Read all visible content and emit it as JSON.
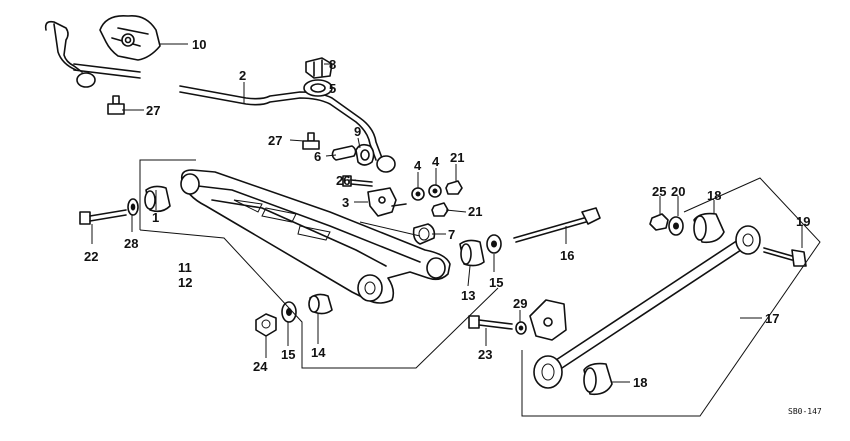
{
  "diagram": {
    "callouts": {
      "c1": "1",
      "c2": "2",
      "c3": "3",
      "c4a": "4",
      "c4b": "4",
      "c5": "5",
      "c6": "6",
      "c7": "7",
      "c8": "8",
      "c9": "9",
      "c10": "10",
      "c11": "11",
      "c12": "12",
      "c13": "13",
      "c14": "14",
      "c15a": "15",
      "c15b": "15",
      "c16": "16",
      "c17": "17",
      "c18a": "18",
      "c18b": "18",
      "c19": "19",
      "c20": "20",
      "c21a": "21",
      "c21b": "21",
      "c22": "22",
      "c23": "23",
      "c24": "24",
      "c25": "25",
      "c26": "26",
      "c27a": "27",
      "c27b": "27",
      "c28": "28",
      "c29": "29"
    },
    "drawing_code": "SB0-147"
  }
}
